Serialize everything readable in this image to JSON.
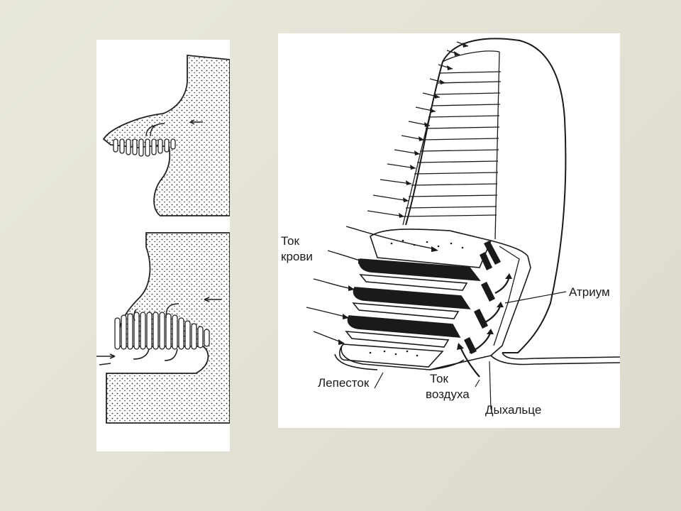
{
  "slide": {
    "background_color": "#e5e3d6",
    "ink_color": "#1a1a1a"
  },
  "left_figure": {
    "top_diagram": "sparse-gill-lamellae",
    "bottom_diagram": "dense-gill-lamellae"
  },
  "right_figure": {
    "labels": {
      "blood_flow": [
        "Ток",
        "крови"
      ],
      "atrium": "Атриум",
      "lamella": "Лепесток",
      "air_flow": [
        "Ток",
        "воздуха"
      ],
      "spiracle": "Дыхальце"
    }
  }
}
